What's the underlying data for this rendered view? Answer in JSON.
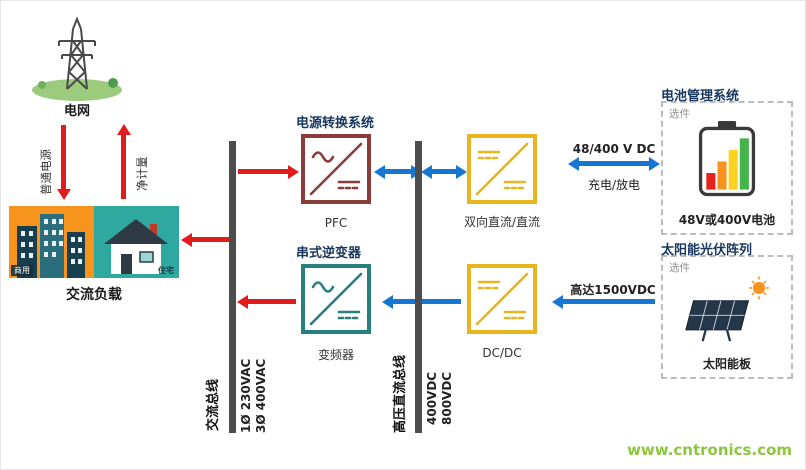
{
  "grid": {
    "label": "电网",
    "supply_label": "普通电源",
    "net_meter_label": "净计量"
  },
  "load": {
    "label": "交流负载",
    "commercial_tag": "商用",
    "residential_tag": "住宅"
  },
  "ac_bus": {
    "label": "交流总线",
    "voltage_line1": "1Ø 230VAC",
    "voltage_line2": "3Ø 400VAC"
  },
  "dc_bus": {
    "label": "高压直流总线",
    "voltage_line1": "400VDC",
    "voltage_line2": "800VDC"
  },
  "pcs": {
    "title": "电源转换系统",
    "pfc_label": "PFC",
    "bidir_label": "双向直流/直流"
  },
  "string_inverter": {
    "title": "串式逆变器",
    "inverter_label": "变频器",
    "dcdc_label": "DC/DC"
  },
  "battery": {
    "title": "电池管理系统",
    "optional": "选件",
    "label": "48V或400V电池",
    "link_voltage": "48/400 V DC",
    "link_mode": "充电/放电"
  },
  "solar": {
    "title": "太阳能光伏阵列",
    "optional": "选件",
    "label": "太阳能板",
    "link_voltage": "高达1500VDC"
  },
  "watermark": "www.cntronics.com",
  "icons": {
    "grid": "transmission-tower-icon",
    "load": "buildings-and-house-icon",
    "battery": "battery-charge-level-icon",
    "solar": "solar-panel-with-sun-icon"
  },
  "colors": {
    "red_arrow": "#e21b1b",
    "blue_arrow": "#1577d2",
    "pfc_border": "#8c3b3b",
    "dcdc_border": "#e9b51f",
    "inverter_border": "#27807c",
    "bus_bar": "#4d4d4d",
    "title_navy": "#17375e",
    "watermark_green": "#8dc63f"
  }
}
